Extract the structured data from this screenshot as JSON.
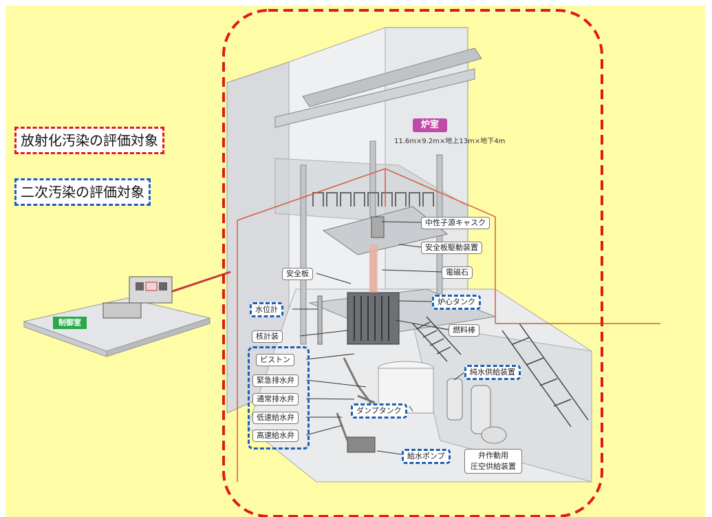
{
  "legend": {
    "red": "放射化汚染の評価対象",
    "blue": "二次汚染の評価対象"
  },
  "reactor_room": {
    "title": "炉室",
    "dimensions": "11.6m×9.2m×地上13m×地下4m"
  },
  "control_room": {
    "title": "制御室"
  },
  "components": {
    "neutron_source_cask": "中性子源キャスク",
    "safety_plate_drive": "安全板駆動装置",
    "electromagnet": "電磁石",
    "safety_plate": "安全板",
    "water_level_gauge": "水位計",
    "core_tank": "炉心タンク",
    "fuel_rod": "燃料棒",
    "nuclear_instrument": "核計装",
    "piston": "ピストン",
    "pure_water_supply": "純水供給装置",
    "emergency_drain_valve": "緊急排水弁",
    "normal_drain_valve": "通常排水弁",
    "dump_tank": "ダンプタンク",
    "low_speed_feed_valve": "低速給水弁",
    "high_speed_feed_valve": "高速給水弁",
    "feed_pump": "給水ポンプ",
    "valve_air_supply_line1": "弁作動用",
    "valve_air_supply_line2": "圧空供給装置"
  },
  "colors": {
    "background": "#fffca6",
    "red_boundary": "#e01919",
    "blue_boundary": "#1e5eb4",
    "room_tag": "#c04aa8",
    "control_tag": "#2aa84a"
  }
}
